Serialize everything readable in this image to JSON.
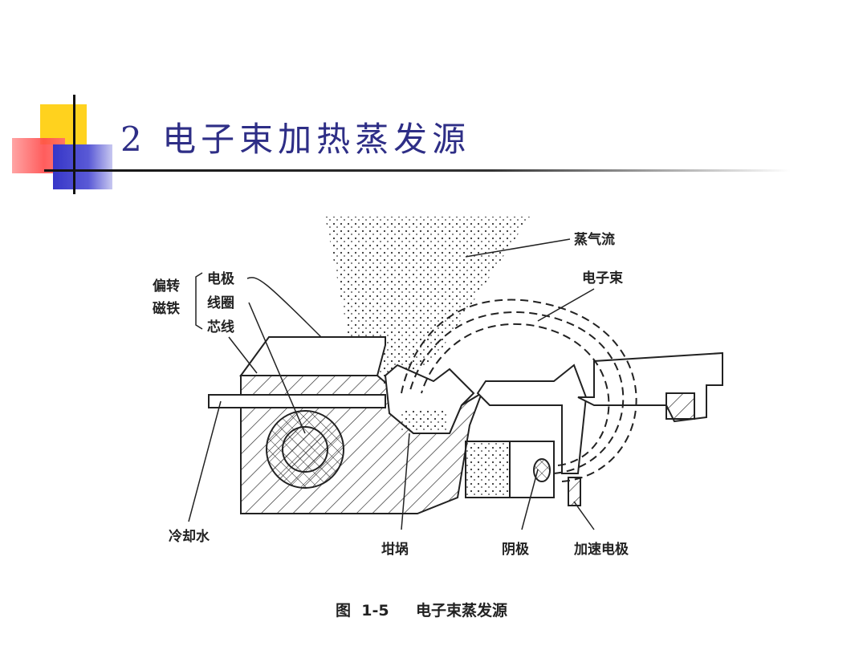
{
  "slide": {
    "title": "2  电子束加热蒸发源"
  },
  "figure": {
    "labels": {
      "vapor_flow": "蒸气流",
      "electron_beam": "电子束",
      "deflection_magnet": [
        "偏转",
        "磁铁"
      ],
      "electrode": "电极",
      "coil": "线圈",
      "core_wire": "芯线",
      "cooling_water": "冷却水",
      "crucible": "坩埚",
      "cathode": "阴极",
      "accelerating_electrode": "加速电极"
    },
    "caption_number": "图  1-5",
    "caption_text": "电子束蒸发源"
  }
}
